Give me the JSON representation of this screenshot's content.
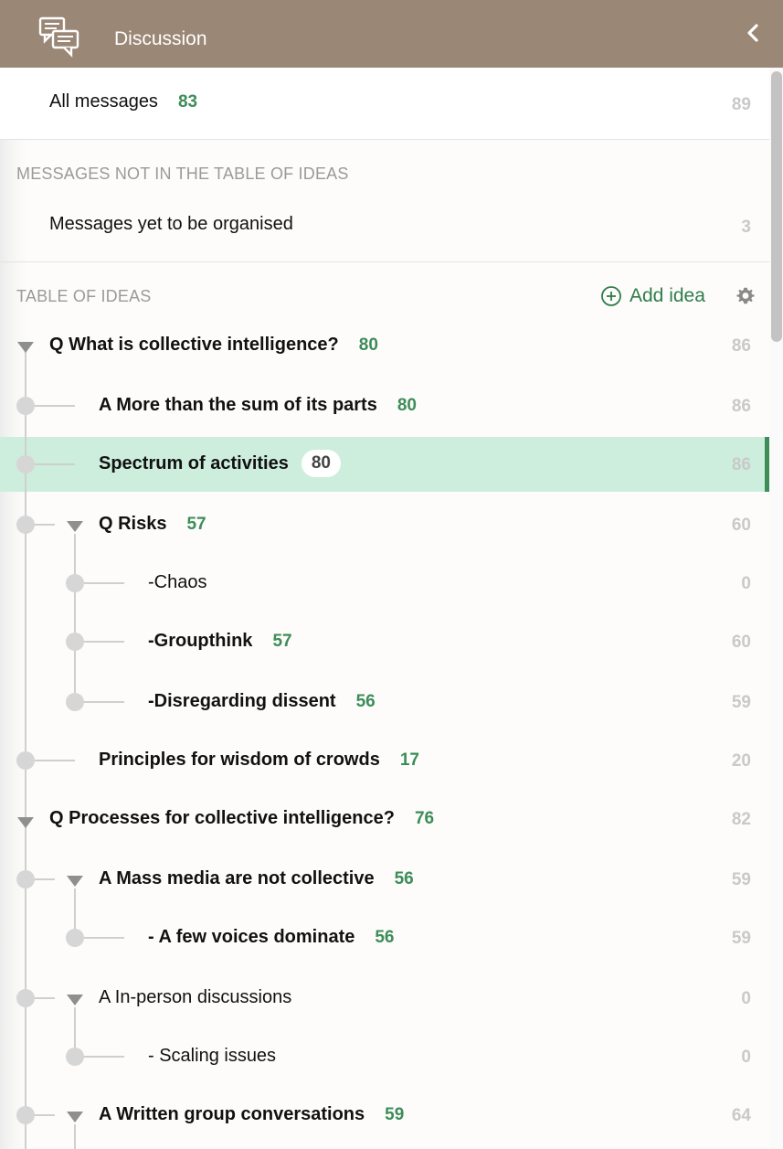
{
  "header": {
    "title": "Discussion"
  },
  "all_messages": {
    "label": "All messages",
    "count": "83",
    "total": "89"
  },
  "unorganised": {
    "section_title": "MESSAGES NOT IN THE TABLE OF IDEAS",
    "label": "Messages yet to be organised",
    "total": "3"
  },
  "ideas": {
    "section_title": "TABLE OF IDEAS",
    "add_label": "Add idea",
    "rows": [
      {
        "label": "Q What is collective intelligence?",
        "count": "80",
        "total": "86"
      },
      {
        "label": "A More than the sum of its parts",
        "count": "80",
        "total": "86"
      },
      {
        "label": "Spectrum of activities",
        "count": "80",
        "total": "86"
      },
      {
        "label": "Q Risks",
        "count": "57",
        "total": "60"
      },
      {
        "label": "-Chaos",
        "count": "",
        "total": "0"
      },
      {
        "label": "-Groupthink",
        "count": "57",
        "total": "60"
      },
      {
        "label": "-Disregarding dissent",
        "count": "56",
        "total": "59"
      },
      {
        "label": "Principles for wisdom of crowds",
        "count": "17",
        "total": "20"
      },
      {
        "label": "Q Processes for collective intelligence?",
        "count": "76",
        "total": "82"
      },
      {
        "label": "A Mass media are not collective",
        "count": "56",
        "total": "59"
      },
      {
        "label": "- A few voices dominate",
        "count": "56",
        "total": "59"
      },
      {
        "label": "A In-person discussions",
        "count": "",
        "total": "0"
      },
      {
        "label": "- Scaling issues",
        "count": "",
        "total": "0"
      },
      {
        "label": "A Written group conversations",
        "count": "59",
        "total": "64"
      }
    ]
  },
  "colors": {
    "header": "#9a8775",
    "accent_green": "#3c8d58",
    "selected_bg": "#cdeedd",
    "muted": "#c9c9c9"
  }
}
